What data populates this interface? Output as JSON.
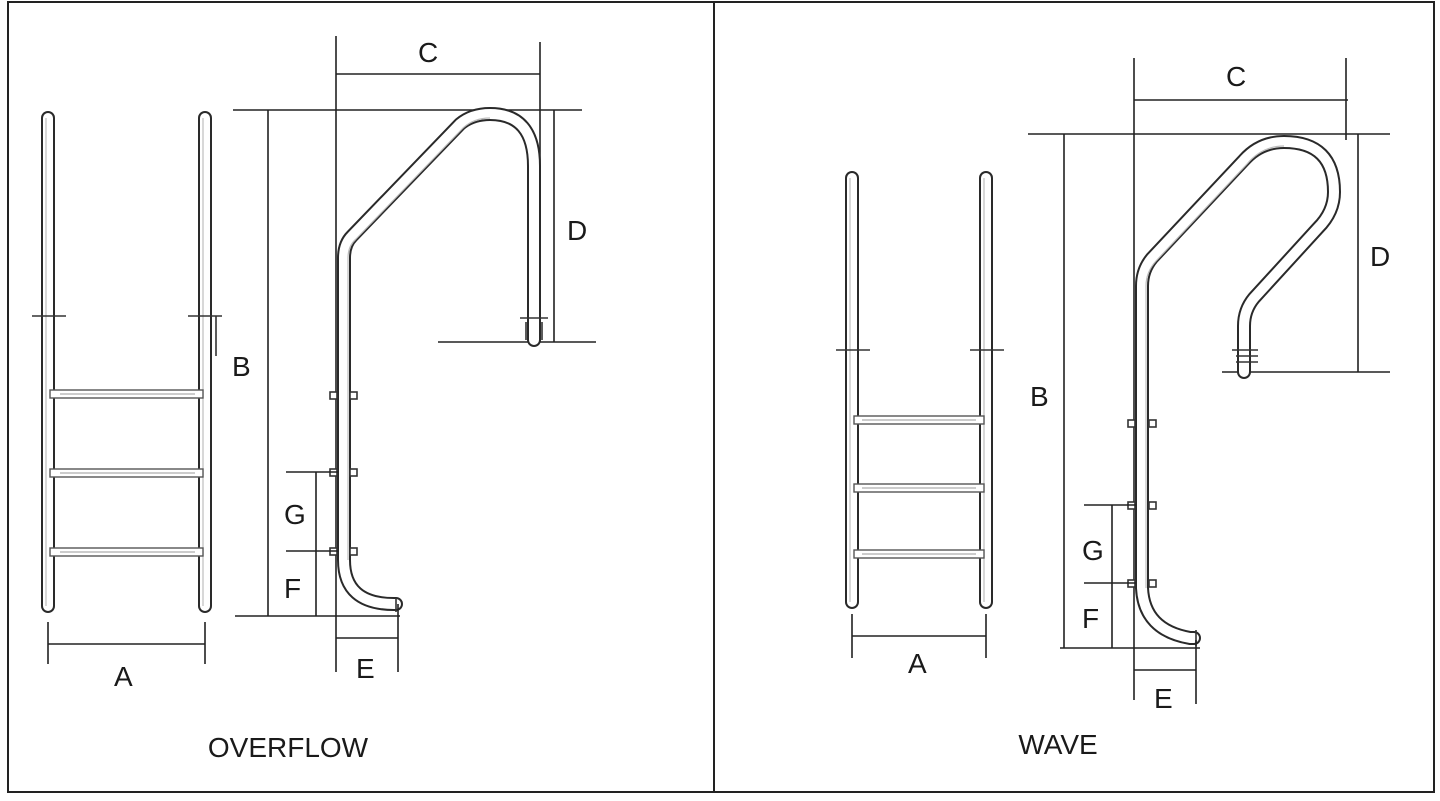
{
  "panels": [
    {
      "caption": "OVERFLOW",
      "labels": {
        "a": "A",
        "b": "B",
        "c": "C",
        "d": "D",
        "e": "E",
        "f": "F",
        "g": "G"
      }
    },
    {
      "caption": "WAVE",
      "labels": {
        "a": "A",
        "b": "B",
        "c": "C",
        "d": "D",
        "e": "E",
        "f": "F",
        "g": "G"
      }
    }
  ]
}
